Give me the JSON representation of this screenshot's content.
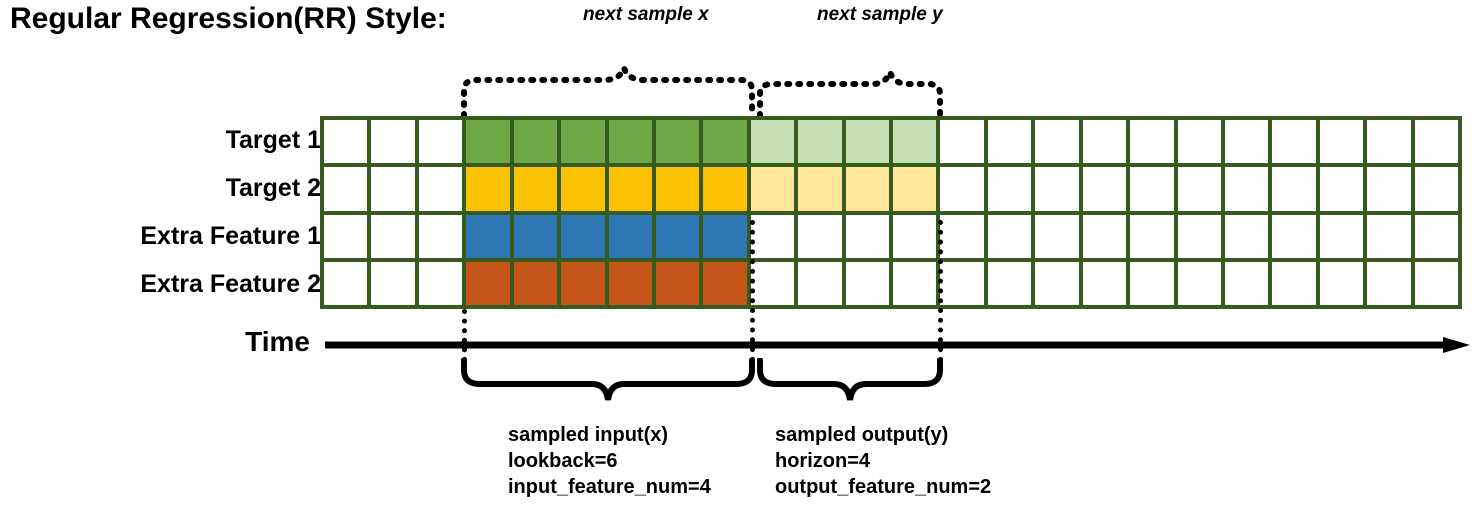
{
  "title": "Regular Regression(RR) Style:",
  "top_captions": {
    "next_sample_x": "next sample x",
    "next_sample_y": "next sample y"
  },
  "grid": {
    "columns": 24,
    "rows": 4,
    "border_color": "#375B1F",
    "row_labels": [
      "Target 1",
      "Target 2",
      "Extra Feature 1",
      "Extra Feature 2"
    ],
    "colors": {
      "empty": "#ffffff",
      "target1_input": "#6FA747",
      "target1_output": "#C5E0B4",
      "target2_input": "#FCC100",
      "target2_output": "#FFE699",
      "extra1_input": "#2E77B5",
      "extra2_input": "#C4561A"
    },
    "segments": {
      "lead_empty_cols": 3,
      "input_cols": 6,
      "output_cols": 4,
      "trail_empty_cols": 11
    },
    "rows_fill": [
      [
        "empty",
        "empty",
        "empty",
        "target1_input",
        "target1_input",
        "target1_input",
        "target1_input",
        "target1_input",
        "target1_input",
        "target1_output",
        "target1_output",
        "target1_output",
        "target1_output",
        "empty",
        "empty",
        "empty",
        "empty",
        "empty",
        "empty",
        "empty",
        "empty",
        "empty",
        "empty",
        "empty"
      ],
      [
        "empty",
        "empty",
        "empty",
        "target2_input",
        "target2_input",
        "target2_input",
        "target2_input",
        "target2_input",
        "target2_input",
        "target2_output",
        "target2_output",
        "target2_output",
        "target2_output",
        "empty",
        "empty",
        "empty",
        "empty",
        "empty",
        "empty",
        "empty",
        "empty",
        "empty",
        "empty",
        "empty"
      ],
      [
        "empty",
        "empty",
        "empty",
        "extra1_input",
        "extra1_input",
        "extra1_input",
        "extra1_input",
        "extra1_input",
        "extra1_input",
        "empty",
        "empty",
        "empty",
        "empty",
        "empty",
        "empty",
        "empty",
        "empty",
        "empty",
        "empty",
        "empty",
        "empty",
        "empty",
        "empty",
        "empty"
      ],
      [
        "empty",
        "empty",
        "empty",
        "extra2_input",
        "extra2_input",
        "extra2_input",
        "extra2_input",
        "extra2_input",
        "extra2_input",
        "empty",
        "empty",
        "empty",
        "empty",
        "empty",
        "empty",
        "empty",
        "empty",
        "empty",
        "empty",
        "empty",
        "empty",
        "empty",
        "empty",
        "empty"
      ]
    ]
  },
  "axis": {
    "label": "Time",
    "direction": "right-arrow"
  },
  "annotations": {
    "input": {
      "line1": "sampled input(x)",
      "line2": "lookback=6",
      "line3": "input_feature_num=4"
    },
    "output": {
      "line1": "sampled output(y)",
      "line2": "horizon=4",
      "line3": "output_feature_num=2"
    }
  }
}
